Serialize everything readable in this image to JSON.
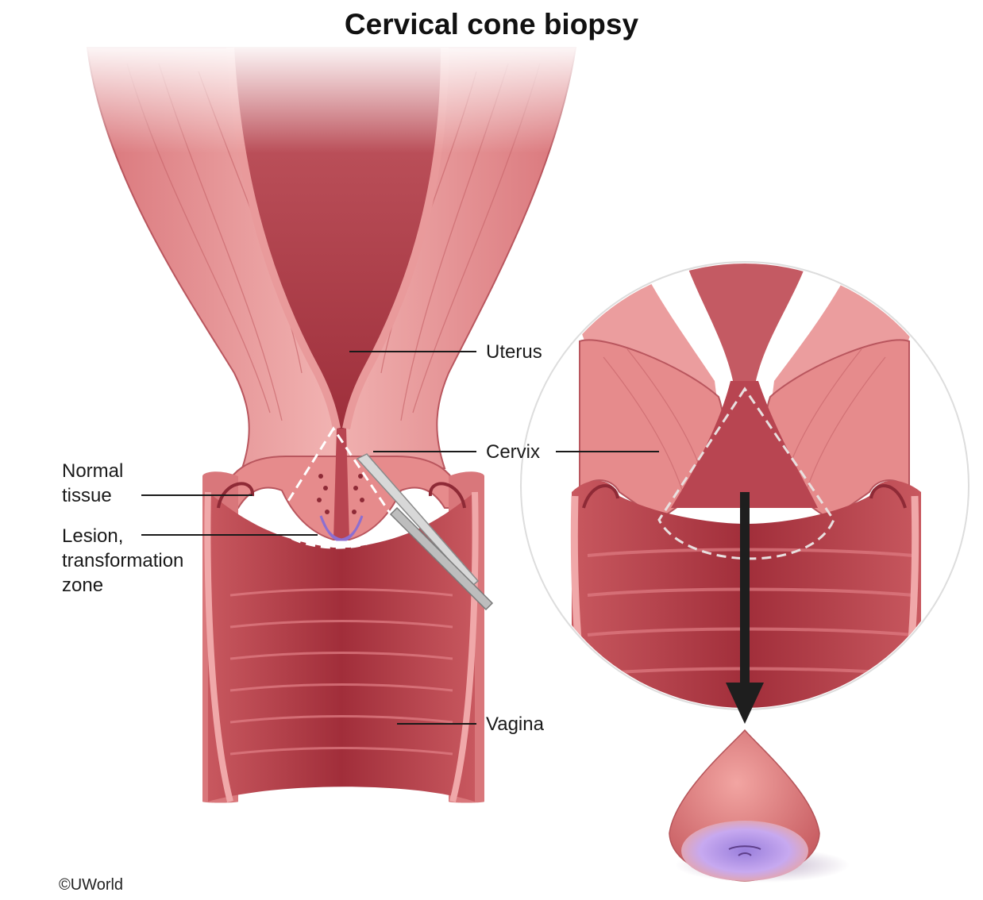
{
  "title": "Cervical cone biopsy",
  "labels": {
    "uterus": "Uterus",
    "cervix": "Cervix",
    "normal_tissue_line1": "Normal",
    "normal_tissue_line2": "tissue",
    "lesion_line1": "Lesion,",
    "lesion_line2": "transformation",
    "lesion_line3": "zone",
    "vagina": "Vagina"
  },
  "copyright": "©UWorld",
  "colors": {
    "tissue": "#e5898a",
    "tissue_light": "#f0aeae",
    "tissue_dark": "#a8343f",
    "cavity": "#b84551",
    "lesion": "#a98be0",
    "leader_line": "#1a1a1a",
    "incision_dash": "#ffffff",
    "arrow": "#1e1e1e"
  }
}
